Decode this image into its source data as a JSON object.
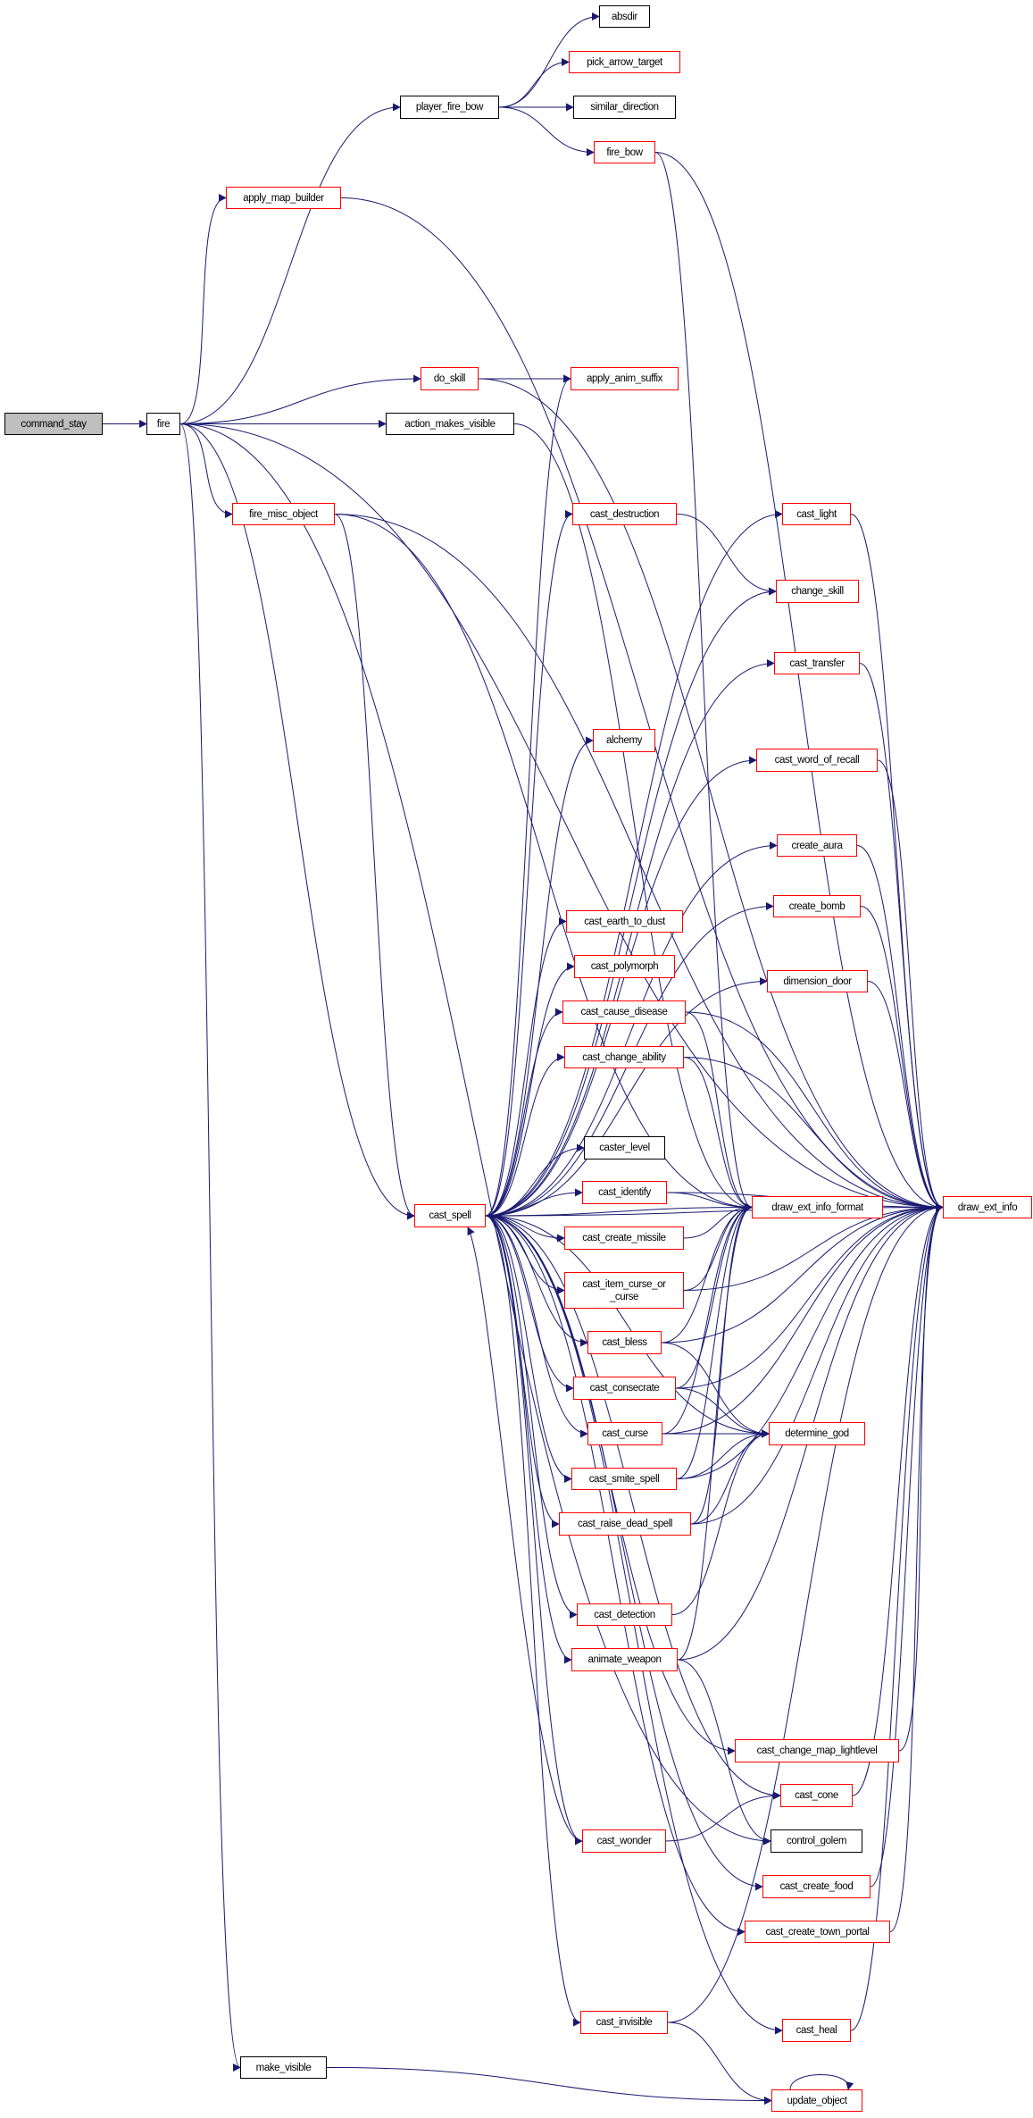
{
  "graph": {
    "type": "call-graph",
    "colors": {
      "edge": "#191970",
      "link_border": "#ff0000",
      "plain_border": "#000000",
      "root_fill": "#bfbfbf"
    },
    "nodes": [
      {
        "id": "command_stay",
        "label": "command_stay",
        "style": "gray"
      },
      {
        "id": "fire",
        "label": "fire",
        "style": "black"
      },
      {
        "id": "player_fire_bow",
        "label": "player_fire_bow",
        "style": "black"
      },
      {
        "id": "absdir",
        "label": "absdir",
        "style": "black"
      },
      {
        "id": "pick_arrow_target",
        "label": "pick_arrow_target",
        "style": "red"
      },
      {
        "id": "similar_direction",
        "label": "similar_direction",
        "style": "black"
      },
      {
        "id": "fire_bow",
        "label": "fire_bow",
        "style": "red"
      },
      {
        "id": "apply_map_builder",
        "label": "apply_map_builder",
        "style": "red"
      },
      {
        "id": "do_skill",
        "label": "do_skill",
        "style": "red"
      },
      {
        "id": "apply_anim_suffix",
        "label": "apply_anim_suffix",
        "style": "red"
      },
      {
        "id": "action_makes_visible",
        "label": "action_makes_visible",
        "style": "black"
      },
      {
        "id": "fire_misc_object",
        "label": "fire_misc_object",
        "style": "red"
      },
      {
        "id": "cast_destruction",
        "label": "cast_destruction",
        "style": "red"
      },
      {
        "id": "cast_light",
        "label": "cast_light",
        "style": "red"
      },
      {
        "id": "change_skill",
        "label": "change_skill",
        "style": "red"
      },
      {
        "id": "cast_transfer",
        "label": "cast_transfer",
        "style": "red"
      },
      {
        "id": "alchemy",
        "label": "alchemy",
        "style": "red"
      },
      {
        "id": "cast_word_of_recall",
        "label": "cast_word_of_recall",
        "style": "red"
      },
      {
        "id": "create_aura",
        "label": "create_aura",
        "style": "red"
      },
      {
        "id": "create_bomb",
        "label": "create_bomb",
        "style": "red"
      },
      {
        "id": "cast_earth_to_dust",
        "label": "cast_earth_to_dust",
        "style": "red"
      },
      {
        "id": "cast_polymorph",
        "label": "cast_polymorph",
        "style": "red"
      },
      {
        "id": "dimension_door",
        "label": "dimension_door",
        "style": "red"
      },
      {
        "id": "cast_cause_disease",
        "label": "cast_cause_disease",
        "style": "red"
      },
      {
        "id": "cast_change_ability",
        "label": "cast_change_ability",
        "style": "red"
      },
      {
        "id": "caster_level",
        "label": "caster_level",
        "style": "black"
      },
      {
        "id": "cast_identify",
        "label": "cast_identify",
        "style": "red"
      },
      {
        "id": "draw_ext_info_format",
        "label": "draw_ext_info_format",
        "style": "red"
      },
      {
        "id": "draw_ext_info",
        "label": "draw_ext_info",
        "style": "red"
      },
      {
        "id": "cast_spell",
        "label": "cast_spell",
        "style": "red"
      },
      {
        "id": "cast_create_missile",
        "label": "cast_create_missile",
        "style": "red"
      },
      {
        "id": "cast_item_curse_or_curse",
        "label": "cast_item_curse_or",
        "label2": "_curse",
        "style": "red"
      },
      {
        "id": "cast_bless",
        "label": "cast_bless",
        "style": "red"
      },
      {
        "id": "cast_consecrate",
        "label": "cast_consecrate",
        "style": "red"
      },
      {
        "id": "cast_curse",
        "label": "cast_curse",
        "style": "red"
      },
      {
        "id": "determine_god",
        "label": "determine_god",
        "style": "red"
      },
      {
        "id": "cast_smite_spell",
        "label": "cast_smite_spell",
        "style": "red"
      },
      {
        "id": "cast_raise_dead_spell",
        "label": "cast_raise_dead_spell",
        "style": "red"
      },
      {
        "id": "cast_detection",
        "label": "cast_detection",
        "style": "red"
      },
      {
        "id": "animate_weapon",
        "label": "animate_weapon",
        "style": "red"
      },
      {
        "id": "cast_change_map_lightlevel",
        "label": "cast_change_map_lightlevel",
        "style": "red"
      },
      {
        "id": "cast_cone",
        "label": "cast_cone",
        "style": "red"
      },
      {
        "id": "cast_wonder",
        "label": "cast_wonder",
        "style": "red"
      },
      {
        "id": "control_golem",
        "label": "control_golem",
        "style": "black"
      },
      {
        "id": "cast_create_food",
        "label": "cast_create_food",
        "style": "red"
      },
      {
        "id": "cast_create_town_portal",
        "label": "cast_create_town_portal",
        "style": "red"
      },
      {
        "id": "cast_invisible",
        "label": "cast_invisible",
        "style": "red"
      },
      {
        "id": "cast_heal",
        "label": "cast_heal",
        "style": "red"
      },
      {
        "id": "make_visible",
        "label": "make_visible",
        "style": "black"
      },
      {
        "id": "update_object",
        "label": "update_object",
        "style": "red"
      }
    ],
    "edges": [
      [
        "command_stay",
        "fire"
      ],
      [
        "fire",
        "player_fire_bow"
      ],
      [
        "fire",
        "apply_map_builder"
      ],
      [
        "fire",
        "do_skill"
      ],
      [
        "fire",
        "action_makes_visible"
      ],
      [
        "fire",
        "fire_misc_object"
      ],
      [
        "fire",
        "cast_spell"
      ],
      [
        "fire",
        "make_visible"
      ],
      [
        "fire",
        "draw_ext_info"
      ],
      [
        "fire",
        "control_golem"
      ],
      [
        "player_fire_bow",
        "absdir"
      ],
      [
        "player_fire_bow",
        "pick_arrow_target"
      ],
      [
        "player_fire_bow",
        "similar_direction"
      ],
      [
        "player_fire_bow",
        "fire_bow"
      ],
      [
        "fire_bow",
        "draw_ext_info"
      ],
      [
        "fire_bow",
        "draw_ext_info_format"
      ],
      [
        "apply_map_builder",
        "draw_ext_info"
      ],
      [
        "do_skill",
        "apply_anim_suffix"
      ],
      [
        "do_skill",
        "draw_ext_info"
      ],
      [
        "action_makes_visible",
        "draw_ext_info_format"
      ],
      [
        "fire_misc_object",
        "cast_spell"
      ],
      [
        "fire_misc_object",
        "draw_ext_info"
      ],
      [
        "fire_misc_object",
        "draw_ext_info_format"
      ],
      [
        "cast_spell",
        "apply_anim_suffix"
      ],
      [
        "cast_spell",
        "cast_light"
      ],
      [
        "cast_spell",
        "cast_destruction"
      ],
      [
        "cast_spell",
        "change_skill"
      ],
      [
        "cast_spell",
        "cast_transfer"
      ],
      [
        "cast_spell",
        "cast_word_of_recall"
      ],
      [
        "cast_spell",
        "alchemy"
      ],
      [
        "cast_spell",
        "create_aura"
      ],
      [
        "cast_spell",
        "create_bomb"
      ],
      [
        "cast_spell",
        "cast_earth_to_dust"
      ],
      [
        "cast_spell",
        "cast_polymorph"
      ],
      [
        "cast_spell",
        "dimension_door"
      ],
      [
        "cast_spell",
        "cast_cause_disease"
      ],
      [
        "cast_spell",
        "cast_change_ability"
      ],
      [
        "cast_spell",
        "caster_level"
      ],
      [
        "cast_spell",
        "cast_identify"
      ],
      [
        "cast_spell",
        "cast_create_missile"
      ],
      [
        "cast_spell",
        "cast_item_curse_or_curse"
      ],
      [
        "cast_spell",
        "cast_bless"
      ],
      [
        "cast_spell",
        "cast_consecrate"
      ],
      [
        "cast_spell",
        "cast_curse"
      ],
      [
        "cast_spell",
        "cast_smite_spell"
      ],
      [
        "cast_spell",
        "cast_raise_dead_spell"
      ],
      [
        "cast_spell",
        "determine_god"
      ],
      [
        "cast_spell",
        "cast_detection"
      ],
      [
        "cast_spell",
        "animate_weapon"
      ],
      [
        "cast_spell",
        "cast_change_map_lightlevel"
      ],
      [
        "cast_spell",
        "cast_cone"
      ],
      [
        "cast_spell",
        "cast_wonder"
      ],
      [
        "cast_spell",
        "cast_create_food"
      ],
      [
        "cast_spell",
        "cast_create_town_portal"
      ],
      [
        "cast_spell",
        "cast_invisible"
      ],
      [
        "cast_spell",
        "cast_heal"
      ],
      [
        "cast_spell",
        "draw_ext_info"
      ],
      [
        "cast_spell",
        "draw_ext_info_format"
      ],
      [
        "cast_destruction",
        "change_skill"
      ],
      [
        "cast_light",
        "draw_ext_info"
      ],
      [
        "cast_transfer",
        "draw_ext_info"
      ],
      [
        "cast_word_of_recall",
        "draw_ext_info"
      ],
      [
        "create_aura",
        "draw_ext_info"
      ],
      [
        "create_bomb",
        "draw_ext_info"
      ],
      [
        "dimension_door",
        "draw_ext_info"
      ],
      [
        "cast_cause_disease",
        "draw_ext_info"
      ],
      [
        "cast_cause_disease",
        "draw_ext_info_format"
      ],
      [
        "cast_change_ability",
        "draw_ext_info"
      ],
      [
        "cast_change_ability",
        "draw_ext_info_format"
      ],
      [
        "cast_identify",
        "draw_ext_info"
      ],
      [
        "cast_identify",
        "draw_ext_info_format"
      ],
      [
        "cast_create_missile",
        "draw_ext_info_format"
      ],
      [
        "cast_item_curse_or_curse",
        "draw_ext_info"
      ],
      [
        "cast_item_curse_or_curse",
        "draw_ext_info_format"
      ],
      [
        "cast_bless",
        "draw_ext_info"
      ],
      [
        "cast_bless",
        "draw_ext_info_format"
      ],
      [
        "cast_bless",
        "determine_god"
      ],
      [
        "cast_consecrate",
        "draw_ext_info"
      ],
      [
        "cast_consecrate",
        "draw_ext_info_format"
      ],
      [
        "cast_consecrate",
        "determine_god"
      ],
      [
        "cast_curse",
        "draw_ext_info"
      ],
      [
        "cast_curse",
        "draw_ext_info_format"
      ],
      [
        "cast_curse",
        "determine_god"
      ],
      [
        "cast_smite_spell",
        "draw_ext_info"
      ],
      [
        "cast_smite_spell",
        "draw_ext_info_format"
      ],
      [
        "cast_smite_spell",
        "determine_god"
      ],
      [
        "cast_raise_dead_spell",
        "draw_ext_info"
      ],
      [
        "cast_raise_dead_spell",
        "draw_ext_info_format"
      ],
      [
        "cast_raise_dead_spell",
        "determine_god"
      ],
      [
        "cast_detection",
        "determine_god"
      ],
      [
        "animate_weapon",
        "draw_ext_info"
      ],
      [
        "animate_weapon",
        "draw_ext_info_format"
      ],
      [
        "animate_weapon",
        "control_golem"
      ],
      [
        "cast_change_map_lightlevel",
        "draw_ext_info"
      ],
      [
        "cast_cone",
        "draw_ext_info"
      ],
      [
        "cast_wonder",
        "cast_cone"
      ],
      [
        "cast_wonder",
        "cast_spell"
      ],
      [
        "cast_create_food",
        "draw_ext_info"
      ],
      [
        "cast_create_town_portal",
        "draw_ext_info"
      ],
      [
        "cast_invisible",
        "draw_ext_info"
      ],
      [
        "cast_invisible",
        "update_object"
      ],
      [
        "cast_heal",
        "draw_ext_info"
      ],
      [
        "make_visible",
        "update_object"
      ],
      [
        "update_object",
        "update_object"
      ]
    ]
  }
}
